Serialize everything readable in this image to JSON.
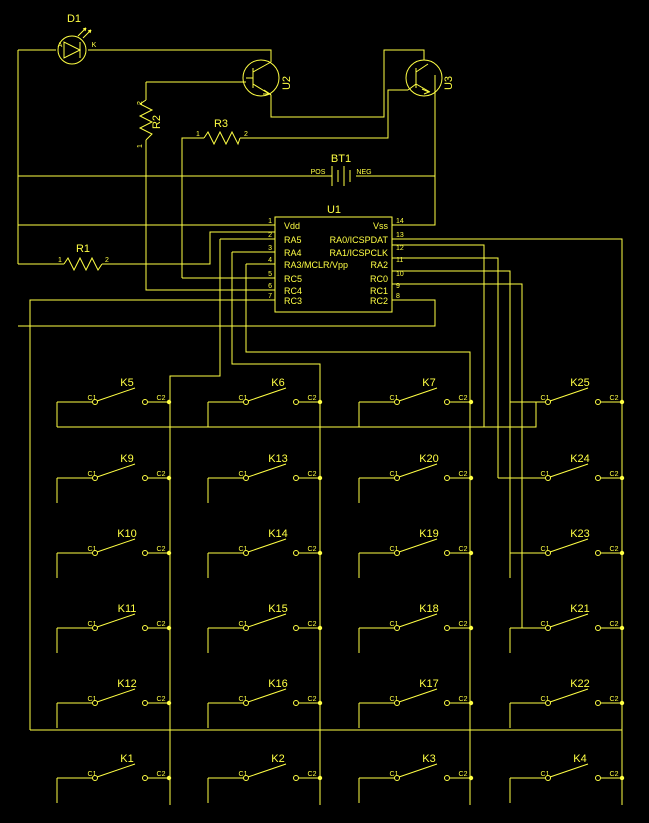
{
  "refdes": {
    "d1": "D1",
    "u2": "U2",
    "u3": "U3",
    "r1": "R1",
    "r2": "R2",
    "r3": "R3",
    "bt1": "BT1",
    "u1": "U1"
  },
  "pin_marks": {
    "one": "1",
    "two": "2",
    "a": "A",
    "k": "K",
    "pos": "POS",
    "neg": "NEG",
    "c1": "C1",
    "c2": "C2"
  },
  "u1": {
    "left_pins": [
      {
        "num": "1",
        "name": "Vdd"
      },
      {
        "num": "2",
        "name": "RA5"
      },
      {
        "num": "3",
        "name": "RA4"
      },
      {
        "num": "4",
        "name": "RA3/MCLR/Vpp"
      },
      {
        "num": "5",
        "name": "RC5"
      },
      {
        "num": "6",
        "name": "RC4"
      },
      {
        "num": "7",
        "name": "RC3"
      }
    ],
    "right_pins": [
      {
        "num": "14",
        "name": "Vss"
      },
      {
        "num": "13",
        "name": "RA0/ICSPDAT"
      },
      {
        "num": "12",
        "name": "RA1/ICSPCLK"
      },
      {
        "num": "11",
        "name": "RA2"
      },
      {
        "num": "10",
        "name": "RC0"
      },
      {
        "num": "9",
        "name": "RC1"
      },
      {
        "num": "8",
        "name": "RC2"
      }
    ]
  },
  "keys": [
    [
      "K5",
      "K6",
      "K7",
      "K25"
    ],
    [
      "K9",
      "K13",
      "K20",
      "K24"
    ],
    [
      "K10",
      "K14",
      "K19",
      "K23"
    ],
    [
      "K11",
      "K15",
      "K18",
      "K21"
    ],
    [
      "K12",
      "K16",
      "K17",
      "K22"
    ],
    [
      "K1",
      "K2",
      "K3",
      "K4"
    ]
  ]
}
